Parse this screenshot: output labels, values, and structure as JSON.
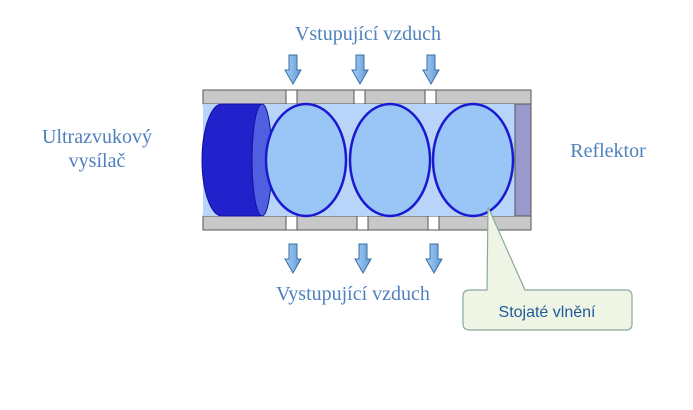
{
  "labels": {
    "inlet_air": "Vstupující vzduch",
    "outlet_air": "Vystupující vzduch",
    "transmitter_line1": "Ultrazvukový",
    "transmitter_line2": "vysílač",
    "reflector": "Reflektor",
    "standing_wave": "Stojaté vlnění"
  },
  "colors": {
    "label_text": "#4f81bd",
    "tube_wall": "#c8c8c8",
    "tube_interior": "#b8d4f8",
    "wave_fill": "#99c6f7",
    "wave_stroke": "#1a1ad0",
    "transmitter": "#2222cc",
    "reflector": "#9999cc",
    "arrow_fill": "#7fb3e8",
    "callout_fill": "#eef5e4",
    "callout_stroke": "#8aa8a0"
  }
}
